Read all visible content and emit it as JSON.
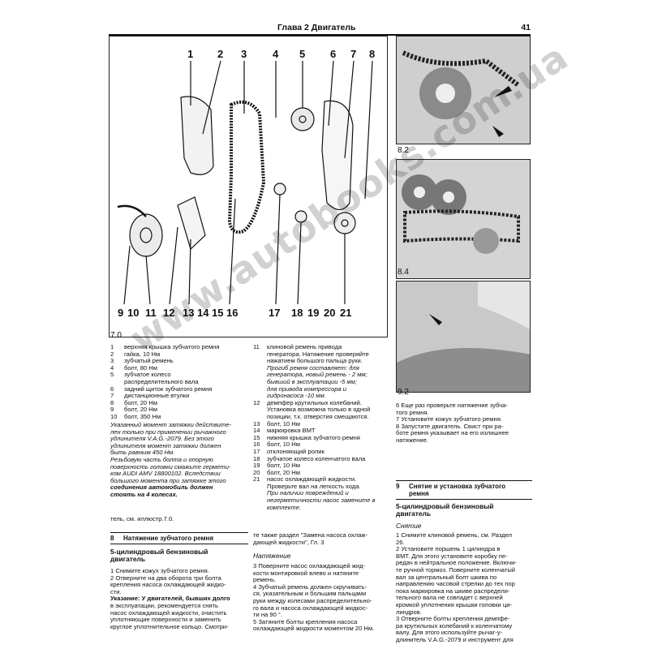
{
  "header": {
    "chapter": "Глава 2  Двигатель",
    "page_number": "41"
  },
  "figure_7_0": {
    "label": "7.0",
    "callouts_top": [
      "1",
      "2",
      "3",
      "4",
      "5",
      "6",
      "7",
      "8"
    ],
    "callouts_bottom": [
      "9",
      "10",
      "11",
      "12",
      "13",
      "14",
      "15",
      "16",
      "17",
      "18",
      "19",
      "20",
      "21"
    ]
  },
  "figures_right": [
    {
      "label": "8.2"
    },
    {
      "label": "8.4"
    },
    {
      "label": "9.2"
    }
  ],
  "legend_left": [
    {
      "n": "1",
      "t": "верхняя крышка зубчатого ремня"
    },
    {
      "n": "2",
      "t": "гайка, 10 Нм"
    },
    {
      "n": "3",
      "t": "зубчатый ремень"
    },
    {
      "n": "4",
      "t": "болт, 80 Нм"
    },
    {
      "n": "5",
      "t": "зубчатое колесо"
    },
    {
      "n": "",
      "t": "распределительного вала"
    },
    {
      "n": "6",
      "t": "задний щиток зубчатого ремня"
    },
    {
      "n": "7",
      "t": "дистанционные втулки"
    },
    {
      "n": "8",
      "t": "болт, 20 Нм"
    },
    {
      "n": "9",
      "t": "болт, 20 Нм"
    },
    {
      "n": "10",
      "t": "болт, 350 Нм"
    }
  ],
  "left_note": [
    "Указанный момент затяжки действите-",
    "лен только при применении рычажного",
    "удлинителя V.A.G.-2079. Без этого",
    "удлинителя момент затяжки должен",
    "быть равным 450 Нм.",
    "Резьбовую часть болта и опорную",
    "поверхность головки смажьте гермети-",
    "ком AUDI AMV 18800102. Вследствии",
    "большого момента при затяжке этого",
    "соединения автомобиль должен",
    "стоять на 4 колесах."
  ],
  "legend_mid": [
    {
      "n": "11",
      "t": "клиновой ремень привода"
    },
    {
      "n": "",
      "t": "генератора. Натяжение проверяйте"
    },
    {
      "n": "",
      "t": "нажатием большого пальца руки."
    },
    {
      "n": "",
      "t": "Прогиб ремня составляет: для"
    },
    {
      "n": "",
      "t": "генератора, новый ремень - 2 мм;"
    },
    {
      "n": "",
      "t": "бывший в эксплуатации -5 мм;"
    },
    {
      "n": "",
      "t": "для привода компрессора и"
    },
    {
      "n": "",
      "t": "гидронасоса -10 мм."
    },
    {
      "n": "12",
      "t": "демпфер крутильных колебаний."
    },
    {
      "n": "",
      "t": "Установка возможна только в одной"
    },
    {
      "n": "",
      "t": "позиции, т.к. отверстия смещаются."
    },
    {
      "n": "13",
      "t": "болт, 10 Нм"
    },
    {
      "n": "14",
      "t": "маркировка ВМТ"
    },
    {
      "n": "15",
      "t": "нижняя крышка зубчатого ремня"
    },
    {
      "n": "16",
      "t": "болт, 10 Нм"
    },
    {
      "n": "17",
      "t": "отклоняющий ролик"
    },
    {
      "n": "18",
      "t": "зубчатое колесо коленчатого вала"
    },
    {
      "n": "19",
      "t": "болт, 10 Нм"
    },
    {
      "n": "20",
      "t": "болт, 20 Нм"
    },
    {
      "n": "21",
      "t": "насос охлаждающей жидкости."
    },
    {
      "n": "",
      "t": "Проверьте вал на легкость хода."
    },
    {
      "n": "",
      "t": "При наличии повреждений и"
    },
    {
      "n": "",
      "t": "негерметичности насос замените в"
    },
    {
      "n": "",
      "t": "комплекте."
    }
  ],
  "right_top_para": [
    "6   Еще раз проверьте натяжение зубча-",
    "того ремня.",
    "7   Установите кожух зубчатого ремня.",
    "8   Запустите двигатель. Свист при ра-",
    "боте ремня указывает на его излишнее",
    "натяжение."
  ],
  "left_bottom_ref": "тель, см. иллюстр.7.0.",
  "section8": {
    "num": "8",
    "title": "Натяжение зубчатого ремня"
  },
  "section8_sub": [
    "5-цилиндровый бензиновый",
    "двигатель"
  ],
  "section8_steps": [
    "1    Снимите кожух зубчатого ремня.",
    "2    Отверните на два оборота три болта",
    "крепления насоса охлаждающей жидко-",
    "сти.",
    "Указание: У двигателей, бывших долго",
    "в эксплуатации, рекомендуется снять",
    "насос охлаждающей жидкости, очистить",
    "уплотняющие поверхности и заменить",
    "круглое уплотнительное кольцо. Смотри-"
  ],
  "mid_bottom_top": [
    "те также раздел \"Замена насоса охлаж-",
    "дающей жидкости\", Гл. 3"
  ],
  "mid_subtitle": "Натяжение",
  "mid_bottom_steps": [
    "3    Поверните насос охлаждающей жид-",
    "кости монтировкой влево и натяните",
    "ремень.",
    "4    Зубчатый ремень должен скручивать-",
    "ся, указательным и большим пальцами",
    "руки между колесами распределительно-",
    "го вала и насоса охлаждающей жидкос-",
    "ти на 90 °.",
    "5    Затяните болты крепления насоса",
    "охлаждающей жидкости моментом 20 Нм."
  ],
  "section9": {
    "num": "9",
    "title_1": "Снятие и установка зубчатого",
    "title_2": "ремня"
  },
  "section9_sub": [
    "5-цилиндровый бензиновый",
    "двигатель"
  ],
  "section9_subtitle": "Снятие",
  "section9_steps": [
    "1    Снимите клиновой ремень, см. Раздел",
    "26.",
    "2    Установите поршень 1 цилиндра в",
    "ВМТ. Для этого установите коробку пе-",
    "редач в нейтральное положение. Включи-",
    "те ручной тормоз. Поверните коленчатый",
    "вал за центральный болт шкива по",
    "направлению часовой стрелки до тех пор",
    "пока маркировка на шкиве распредели-",
    "тельного вала не совпадет с верхней",
    "кромкой уплотнения крышки головки ци-",
    "линдров.",
    "3    Отверните болты крепления демпфе-",
    "ра крутильных колебаний к коленчатому",
    "валу. Для этого используйте рычаг-у-",
    "длинитель V.A.G.-2079 и инструмент для"
  ],
  "watermark": "www.autobooks.com.ua"
}
